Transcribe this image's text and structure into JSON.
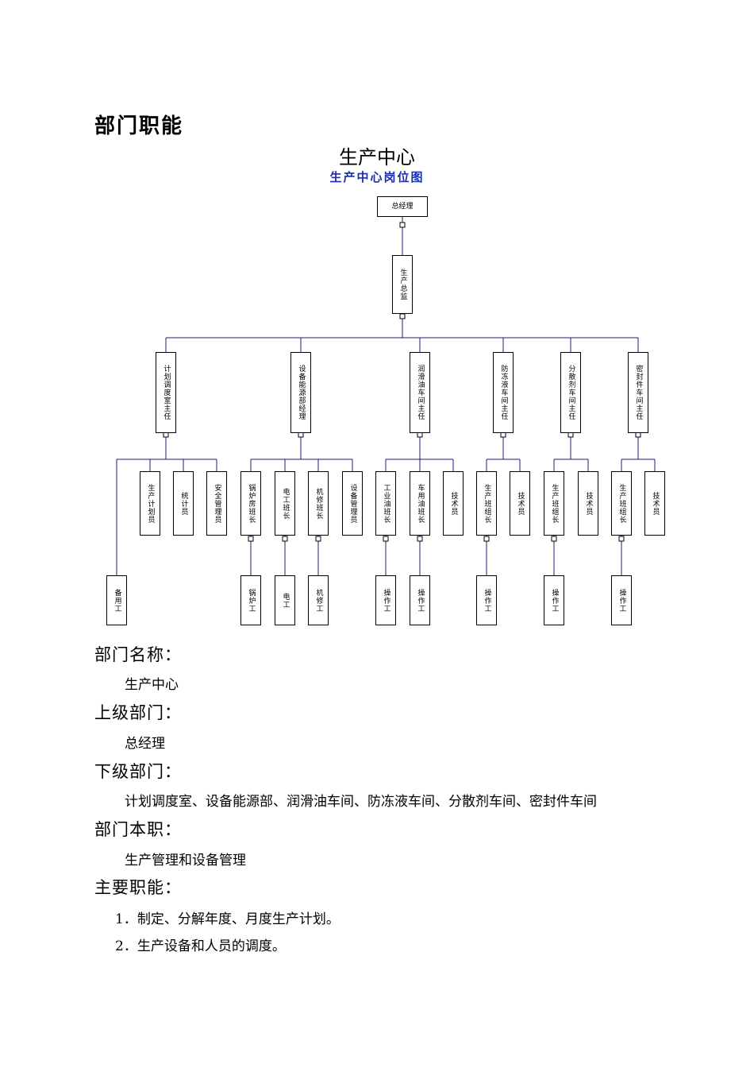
{
  "heading": "部门职能",
  "center_name": "生产中心",
  "chart": {
    "title": "生产中心岗位图",
    "root": "总经理",
    "level1": "生产总监",
    "level2": [
      "计划调度室主任",
      "设备能源部经理",
      "润滑油车间主任",
      "防冻液车间主任",
      "分散剂车间主任",
      "密封件车间主任"
    ],
    "level3": [
      "生产计划员",
      "统计员",
      "安全管理员",
      "锅炉房班长",
      "电工班长",
      "机修班长",
      "设备管理员",
      "工业油班长",
      "车用油班长",
      "技术员",
      "生产班组长",
      "技术员",
      "生产班组长",
      "技术员",
      "生产班组长",
      "技术员"
    ],
    "level4": [
      "备用工",
      "锅炉工",
      "电工",
      "机修工",
      "操作工",
      "操作工",
      "操作工",
      "操作工",
      "操作工"
    ]
  },
  "sections": {
    "name_label": "部门名称：",
    "name_value": "生产中心",
    "superior_label": "上级部门：",
    "superior_value": "总经理",
    "subordinate_label": "下级部门：",
    "subordinate_value": "计划调度室、设备能源部、润滑油车间、防冻液车间、分散剂车间、密封件车间",
    "duty_label": "部门本职：",
    "duty_value": "生产管理和设备管理",
    "functions_label": "主要职能：",
    "functions": [
      "1．制定、分解年度、月度生产计划。",
      "2．生产设备和人员的调度。"
    ]
  }
}
